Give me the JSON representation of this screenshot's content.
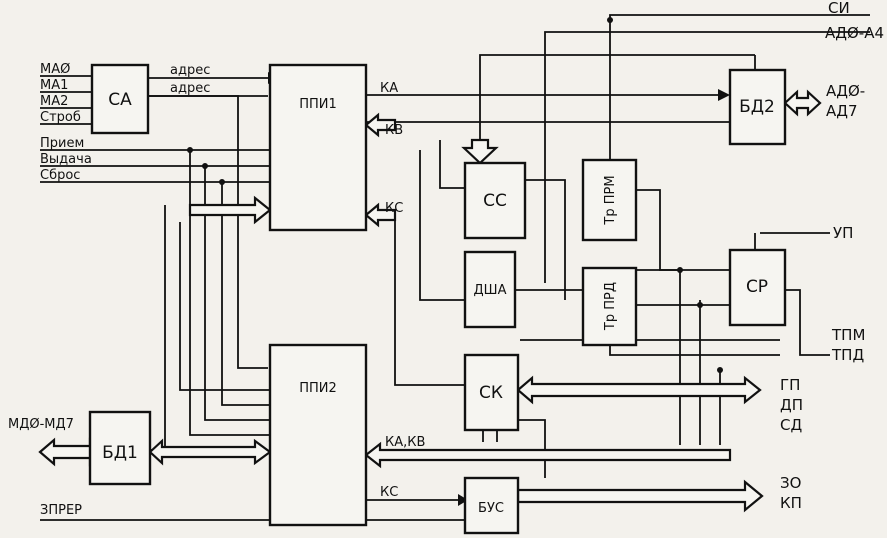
{
  "blocks": {
    "sa": "СА",
    "ppi1": "ППИ1",
    "ppi2": "ППИ2",
    "bd1": "БД1",
    "bd2": "БД2",
    "ss": "СС",
    "dsha": "ДША",
    "sk": "СК",
    "bus_ctrl": "БУС",
    "tr_prm": "Тр ПРМ",
    "tr_prd": "Тр ПРД",
    "sr": "СР"
  },
  "inputs_left": [
    "МАØ",
    "МА1",
    "МА2",
    "Строб",
    "Прием",
    "Выдача",
    "Сброс"
  ],
  "signals": {
    "adres1": "адрес",
    "adres2": "адрес",
    "ka": "КА",
    "kv": "КВ",
    "ks1": "КС",
    "ks2": "КС",
    "ka_kv": "КА,КВ",
    "md_bus": "МДØ-МД7",
    "zprer": "ЗПРЕР",
    "si": "СИ",
    "ad_a4": "АДØ-А4",
    "ad_ad7_top": "АДØ-",
    "ad_ad7_bot": "АД7",
    "up": "УП",
    "tpm": "ТПМ",
    "tpd": "ТПД",
    "gp": "ГП",
    "dp": "ДП",
    "sd": "СД",
    "zo": "ЗО",
    "kp": "КП"
  }
}
